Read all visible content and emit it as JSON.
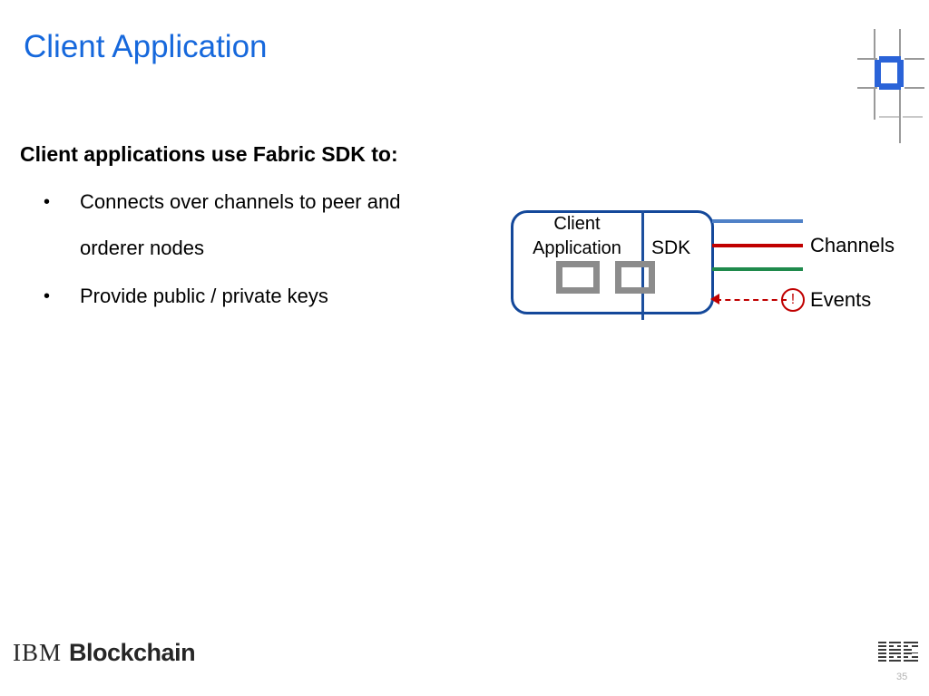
{
  "slide": {
    "title": "Client Application",
    "lead_line": "Client applications use Fabric SDK to:",
    "bullets": [
      {
        "marker": "•",
        "text": "Connects over channels to peer and",
        "continuation": "orderer nodes"
      },
      {
        "marker": "•",
        "text": "Provide public / private keys"
      }
    ]
  },
  "diagram": {
    "client_box_label": "Client\nApplication",
    "client_box_label_line1": "Client",
    "client_box_label_line2": "Application",
    "sdk_label": "SDK",
    "channels_label": "Channels",
    "events_label": "Events",
    "events_icon_glyph": "!",
    "channel_colors": [
      "#4f81c7",
      "#c00000",
      "#1f8a4c"
    ],
    "box_border_color": "#14489a",
    "divider_color": "#1c4f9e",
    "square_color": "#8c8c8c",
    "events_color": "#c00000"
  },
  "footer": {
    "brand_ibm": "IBM",
    "brand_product": "Blockchain",
    "page_number": "35"
  },
  "theme": {
    "title_color": "#1668dc",
    "text_color": "#000000",
    "background": "#ffffff",
    "corner_mark_blue": "#2a63d8",
    "corner_mark_gray": "#9a9a9a"
  }
}
